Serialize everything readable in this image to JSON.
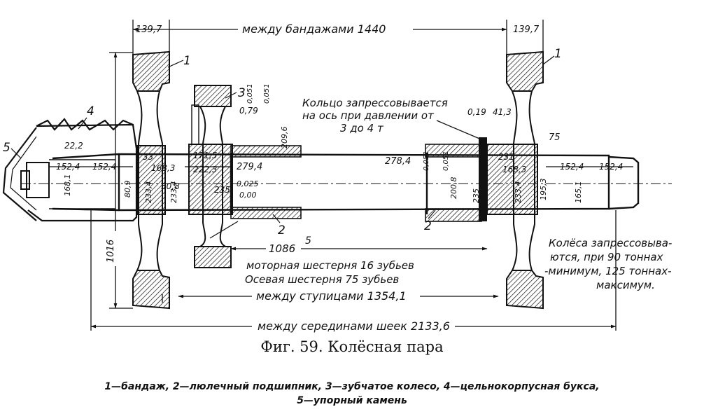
{
  "figure": {
    "caption": "Фиг. 59. Колёсная пара",
    "legend_line1": "1—бандаж, 2—люлечный подшипник, 3—зубчатое колесо, 4—цельнокорпусная букса,",
    "legend_line2": "5—упорный камень"
  },
  "dimensions": {
    "between_tires": "между бандажами 1440",
    "tire_width_left": "139,7",
    "tire_width_right": "139,7",
    "between_hubs": "между ступицами 1354,1",
    "between_journal_centers": "между серединами шеек 2133,6",
    "wheel_diameter": "1016",
    "gear_offset": "1086",
    "small_5": "5",
    "right_75": "75",
    "inner_labels": [
      "22,2",
      "152,4",
      "152,4",
      "33",
      "168,3",
      "50,8",
      "171,5",
      "222,3",
      "233,4",
      "0,79",
      "0,051",
      "0,051",
      "279,4",
      "209,6",
      "0,025",
      "0,00",
      "168,1",
      "233,4",
      "235",
      "278,4",
      "0,051",
      "0,051",
      "200,8",
      "235",
      "0,19",
      "41,3",
      "231",
      "168,3",
      "233,4",
      "195,3",
      "152,4",
      "152,4",
      "165,1",
      "80,9",
      "0,051"
    ]
  },
  "callouts": [
    "1",
    "2",
    "3",
    "4",
    "5",
    "2",
    "1"
  ],
  "notes": {
    "ring_press_1": "Кольцо запрессовывается",
    "ring_press_2": "на ось при давлении от",
    "ring_press_3": "3 до 4 т",
    "motor_gear": "моторная шестерня  16 зубьев",
    "axle_gear": "Осевая шестерня 75 зубьев",
    "wheels_press_1": "Колёса запрессовыва-",
    "wheels_press_2": "ются, при 90 тоннах",
    "wheels_press_3": "-минимум, 125 тоннах-",
    "wheels_press_4": "максимум."
  }
}
